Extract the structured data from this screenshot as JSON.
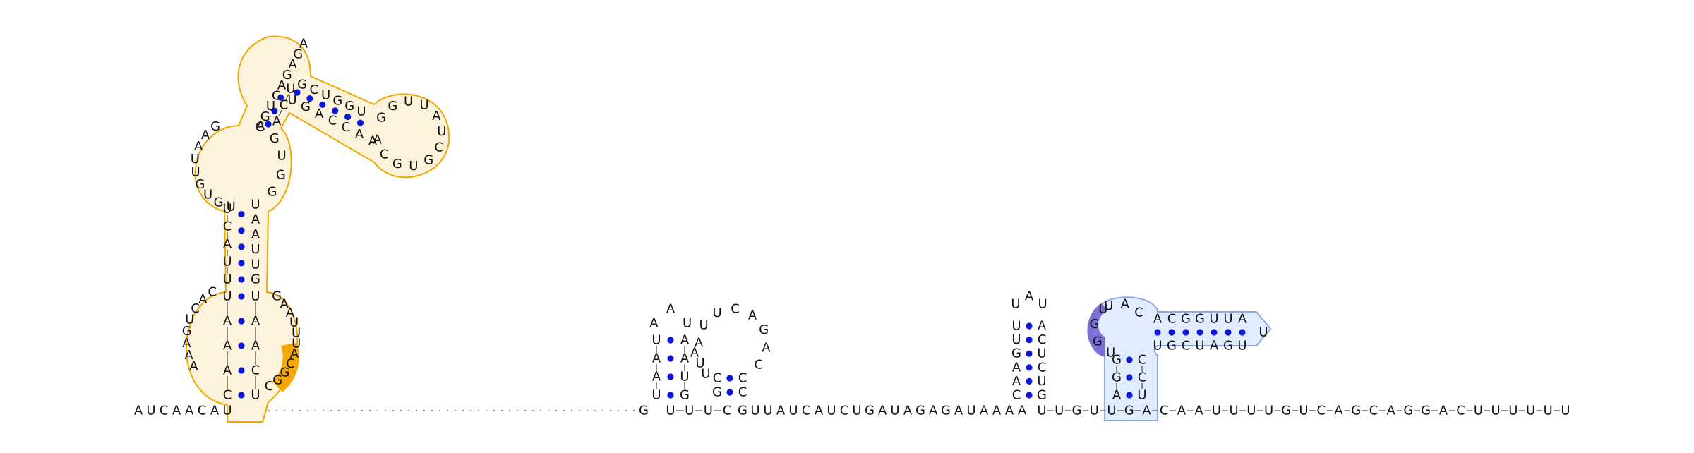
{
  "strand_5prime": "AUCAACAU",
  "strand_3prime": "GUUAUCAUCUGAUAGAGAUAAAAUUGUUGACAAUUUUGUCAGCAGGACUUUUUU",
  "colors": {
    "pair_dot": "#0b17d6",
    "orange_outline": "#f0a800",
    "orange_fill": "#fdf3dc",
    "orange_highlight": "#f5a800",
    "blue_outline": "#8aa6e8",
    "blue_fill": "#e1ecff",
    "purple_highlight": "#7b6fd8"
  },
  "structure_1": {
    "helix1_left": "CAAAU",
    "helix1_right": "UCAAU",
    "loop1_left": "AAAGUCAC",
    "loop1_right": "GAAUUUACGGC",
    "helix2_left": "UUACU",
    "helix2_right": "GUUAAU",
    "loop2_left": "UGUGUUAAG",
    "loop2_right": "AGUGG",
    "helix3_left": "CGUCAGAGA",
    "helix3_right": "ACU",
    "helix4_top": "GCUGGU",
    "helix4_bottom": "UGACCAA",
    "loop4": "GGUUAUCGUGCA"
  },
  "structure_2": {
    "helix_a_left": "UAAU",
    "helix_a_right": "GUAA",
    "loop_a": "AAU",
    "interior": "AUU",
    "helix_b_left": "GC",
    "helix_b_right": "CC",
    "loop_b": "AUUCAGAC",
    "closing_left": "G",
    "closing_right": "UUUC",
    "junction": "G"
  },
  "structure_3": {
    "stem_left": "UUGAAC",
    "stem_right": "ACUCUG",
    "loop": "UAU"
  },
  "structure_4": {
    "stem1_left": "GGA",
    "stem1_right": "CCU",
    "loop_left": "UGGU",
    "loop_top": "UAC",
    "stem2_top": "ACGGUUA",
    "stem2_bottom": "UGCUAGU",
    "end_loop": "U"
  }
}
